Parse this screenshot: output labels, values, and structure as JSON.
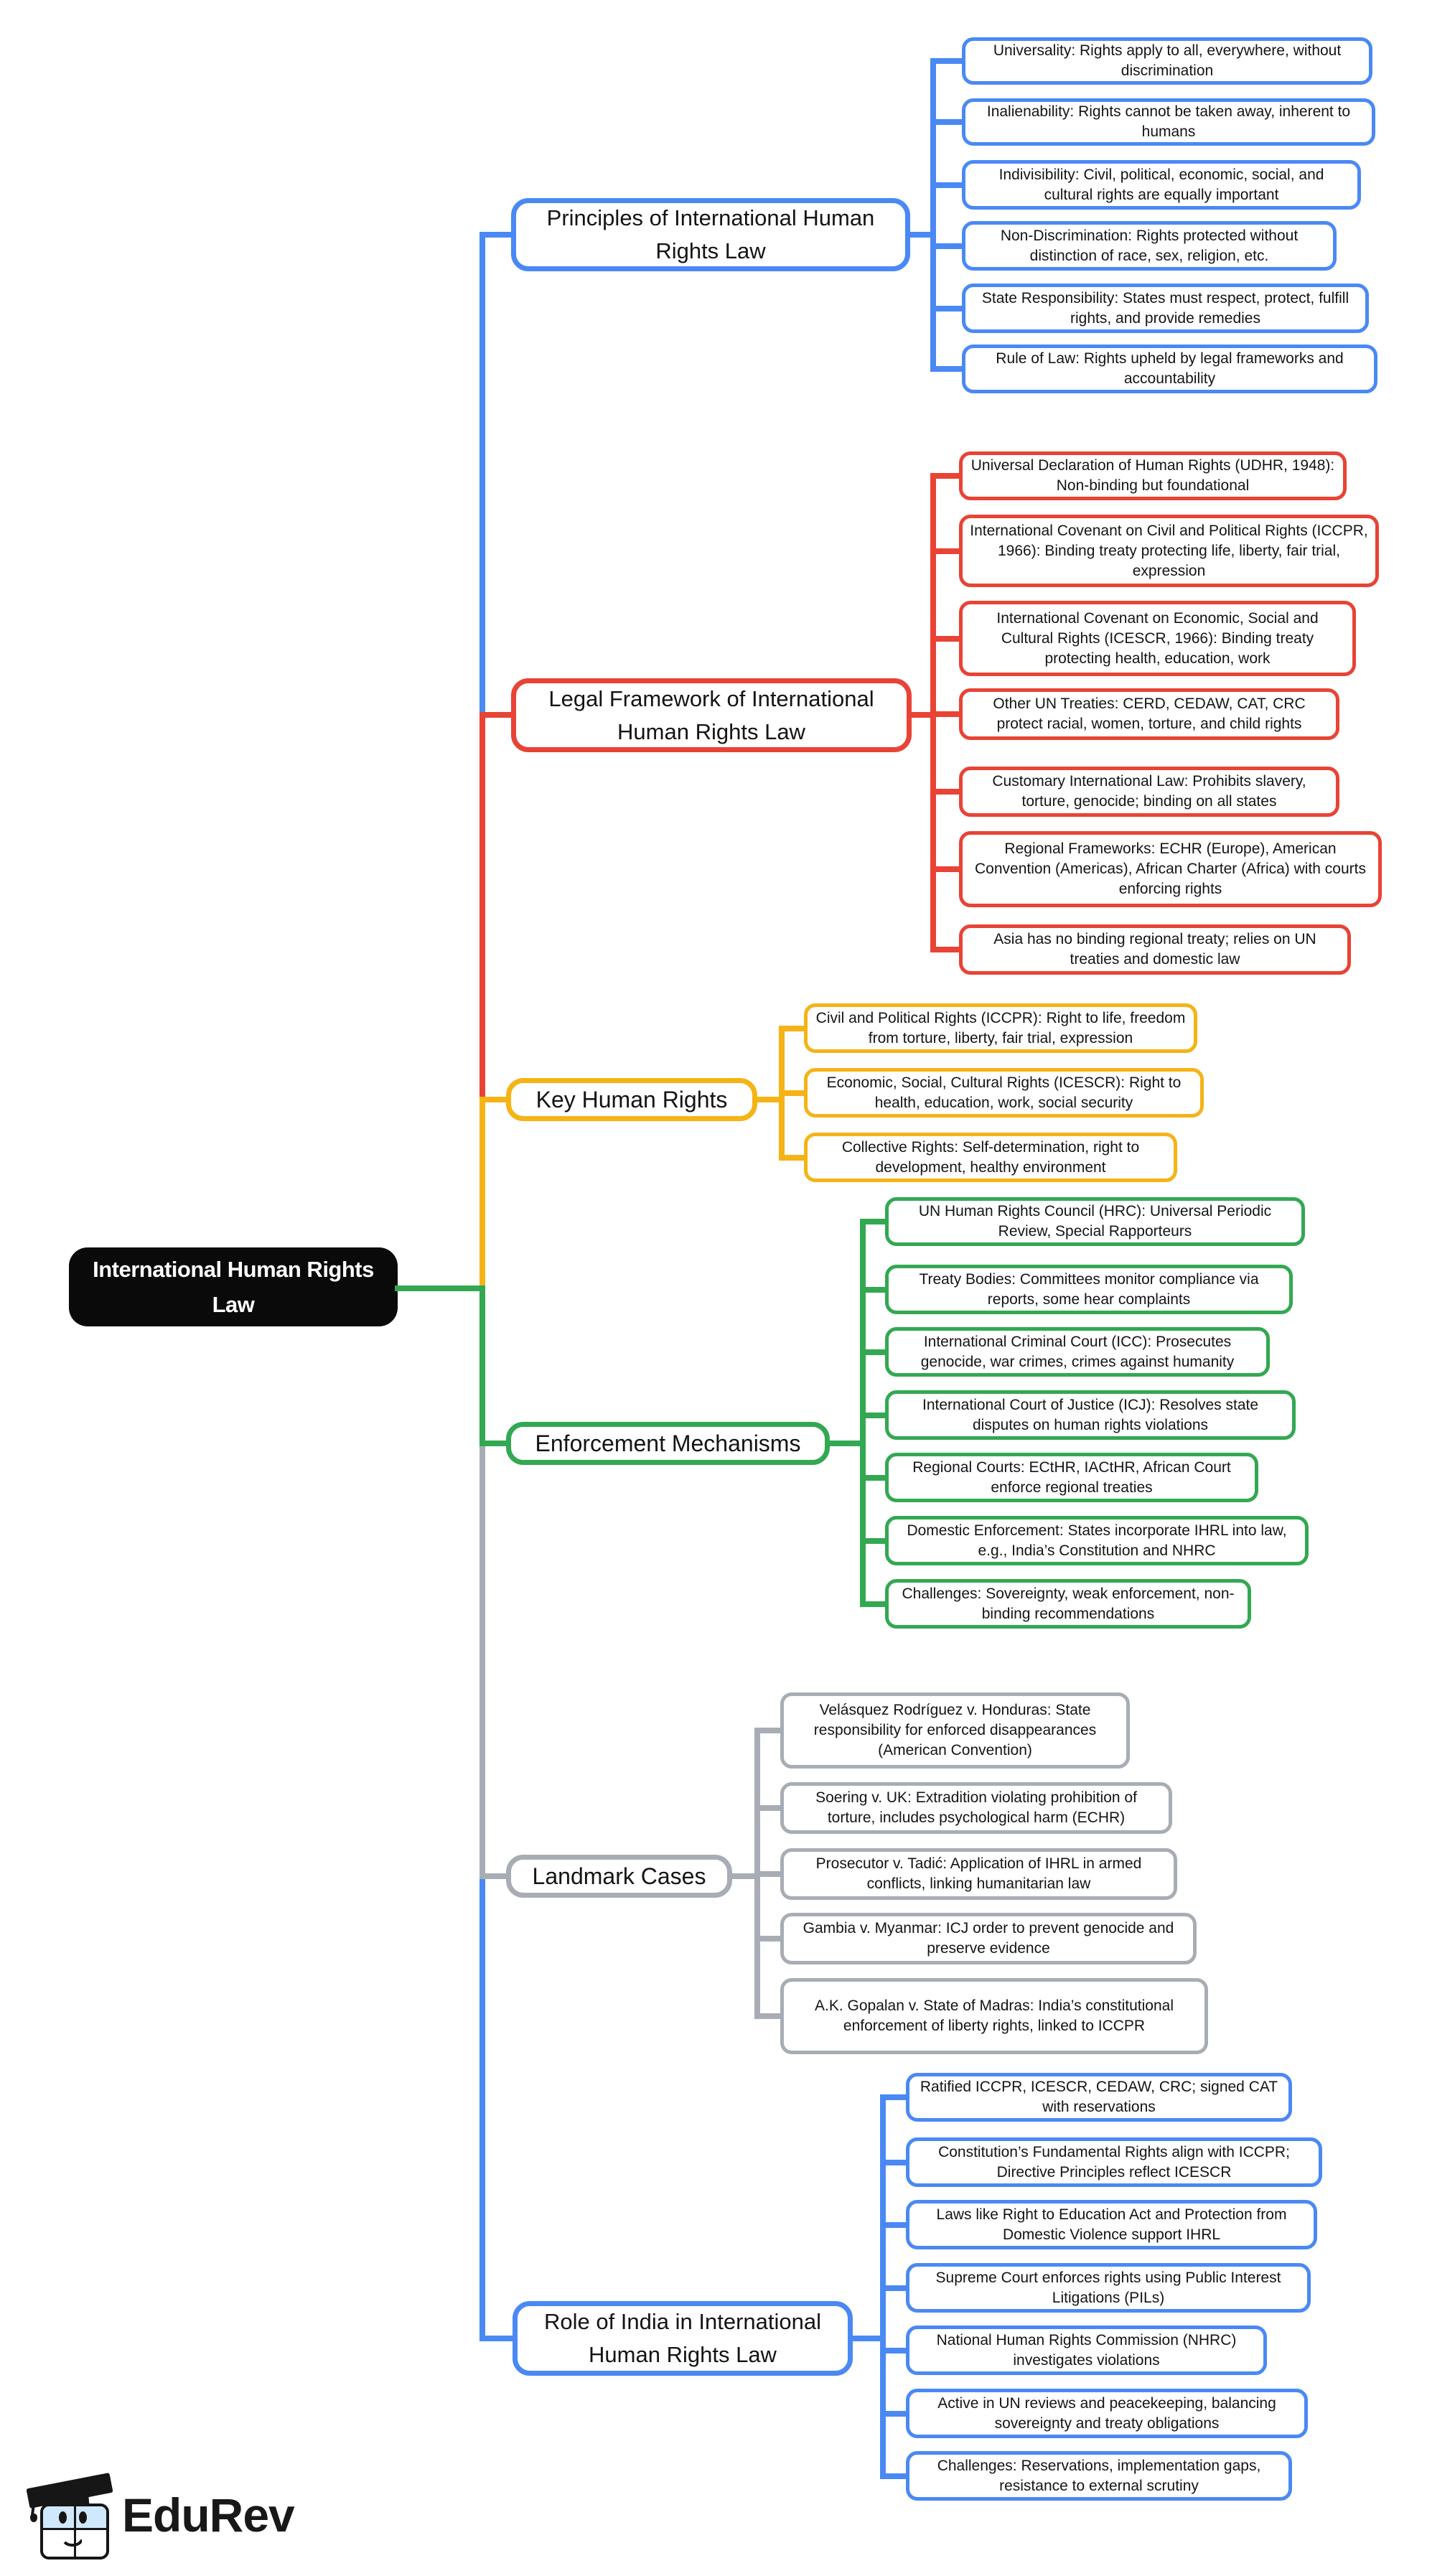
{
  "root": {
    "line1": "International Human Rights",
    "line2": "Law"
  },
  "branches": [
    {
      "id": "principles",
      "color": "#4a89f4",
      "title_lines": [
        "Principles of International Human",
        "Rights Law"
      ],
      "leaves": [
        "Universality: Rights apply to all, everywhere, without discrimination",
        "Inalienability: Rights cannot be taken away, inherent to humans",
        "Indivisibility: Civil, political, economic, social, and cultural rights are equally important",
        "Non-Discrimination: Rights protected without distinction of race, sex, religion, etc.",
        "State Responsibility: States must respect, protect, fulfill rights, and provide remedies",
        "Rule of Law: Rights upheld by legal frameworks and accountability"
      ]
    },
    {
      "id": "legal-framework",
      "color": "#e84335",
      "title_lines": [
        "Legal Framework of International",
        "Human Rights Law"
      ],
      "leaves": [
        "Universal Declaration of Human Rights (UDHR, 1948): Non-binding but foundational",
        "International Covenant on Civil and Political Rights (ICCPR, 1966): Binding treaty protecting life, liberty, fair trial, expression",
        "International Covenant on Economic, Social and Cultural Rights (ICESCR, 1966): Binding treaty protecting health, education, work",
        "Other UN Treaties: CERD, CEDAW, CAT, CRC protect racial, women, torture, and child rights",
        "Customary International Law: Prohibits slavery, torture, genocide; binding on all states",
        "Regional Frameworks: ECHR (Europe), American Convention (Americas), African Charter (Africa) with courts enforcing rights",
        "Asia has no binding regional treaty; relies on UN treaties and domestic law"
      ]
    },
    {
      "id": "key-human-rights",
      "color": "#f5b316",
      "title_lines": [
        "Key Human Rights"
      ],
      "leaves": [
        "Civil and Political Rights (ICCPR): Right to life, freedom from torture, liberty, fair trial, expression",
        "Economic, Social, Cultural Rights (ICESCR): Right to health, education, work, social security",
        "Collective Rights: Self-determination, right to development, healthy environment"
      ]
    },
    {
      "id": "enforcement-mechanisms",
      "color": "#33a852",
      "title_lines": [
        "Enforcement Mechanisms"
      ],
      "leaves": [
        "UN Human Rights Council (HRC): Universal Periodic Review, Special Rapporteurs",
        "Treaty Bodies: Committees monitor compliance via reports, some hear complaints",
        "International Criminal Court (ICC): Prosecutes genocide, war crimes, crimes against humanity",
        "International Court of Justice (ICJ): Resolves state disputes on human rights violations",
        "Regional Courts: ECtHR, IACtHR, African Court enforce regional treaties",
        "Domestic Enforcement: States incorporate IHRL into law, e.g., India’s Constitution and NHRC",
        "Challenges: Sovereignty, weak enforcement, non-binding recommendations"
      ]
    },
    {
      "id": "landmark-cases",
      "color": "#a8adb5",
      "title_lines": [
        "Landmark Cases"
      ],
      "leaves": [
        "Velásquez Rodríguez v. Honduras: State responsibility for enforced disappearances (American Convention)",
        "Soering v. UK: Extradition violating prohibition of torture, includes psychological harm (ECHR)",
        "Prosecutor v. Tadić: Application of IHRL in armed conflicts, linking humanitarian law",
        "Gambia v. Myanmar: ICJ order to prevent genocide and preserve evidence",
        "A.K. Gopalan v. State of Madras: India’s constitutional enforcement of liberty rights, linked to ICCPR"
      ]
    },
    {
      "id": "role-of-india",
      "color": "#4a89f4",
      "title_lines": [
        "Role of India in International",
        "Human Rights Law"
      ],
      "leaves": [
        "Ratified ICCPR, ICESCR, CEDAW, CRC; signed CAT with reservations",
        "Constitution’s Fundamental Rights align with ICCPR; Directive Principles reflect ICESCR",
        "Laws like Right to Education Act and Protection from Domestic Violence support IHRL",
        "Supreme Court enforces rights using Public Interest Litigations (PILs)",
        "National Human Rights Commission (NHRC) investigates violations",
        "Active in UN reviews and peacekeeping, balancing sovereignty and treaty obligations",
        "Challenges: Reservations, implementation gaps, resistance to external scrutiny"
      ]
    }
  ],
  "logo": {
    "text": "EduRev"
  },
  "colors": {
    "root_bg": "#0a0a0a",
    "root_text": "#ffffff",
    "blue": "#4a89f4",
    "red": "#e84335",
    "yellow": "#f5b316",
    "green": "#33a852",
    "gray": "#a8adb5"
  }
}
